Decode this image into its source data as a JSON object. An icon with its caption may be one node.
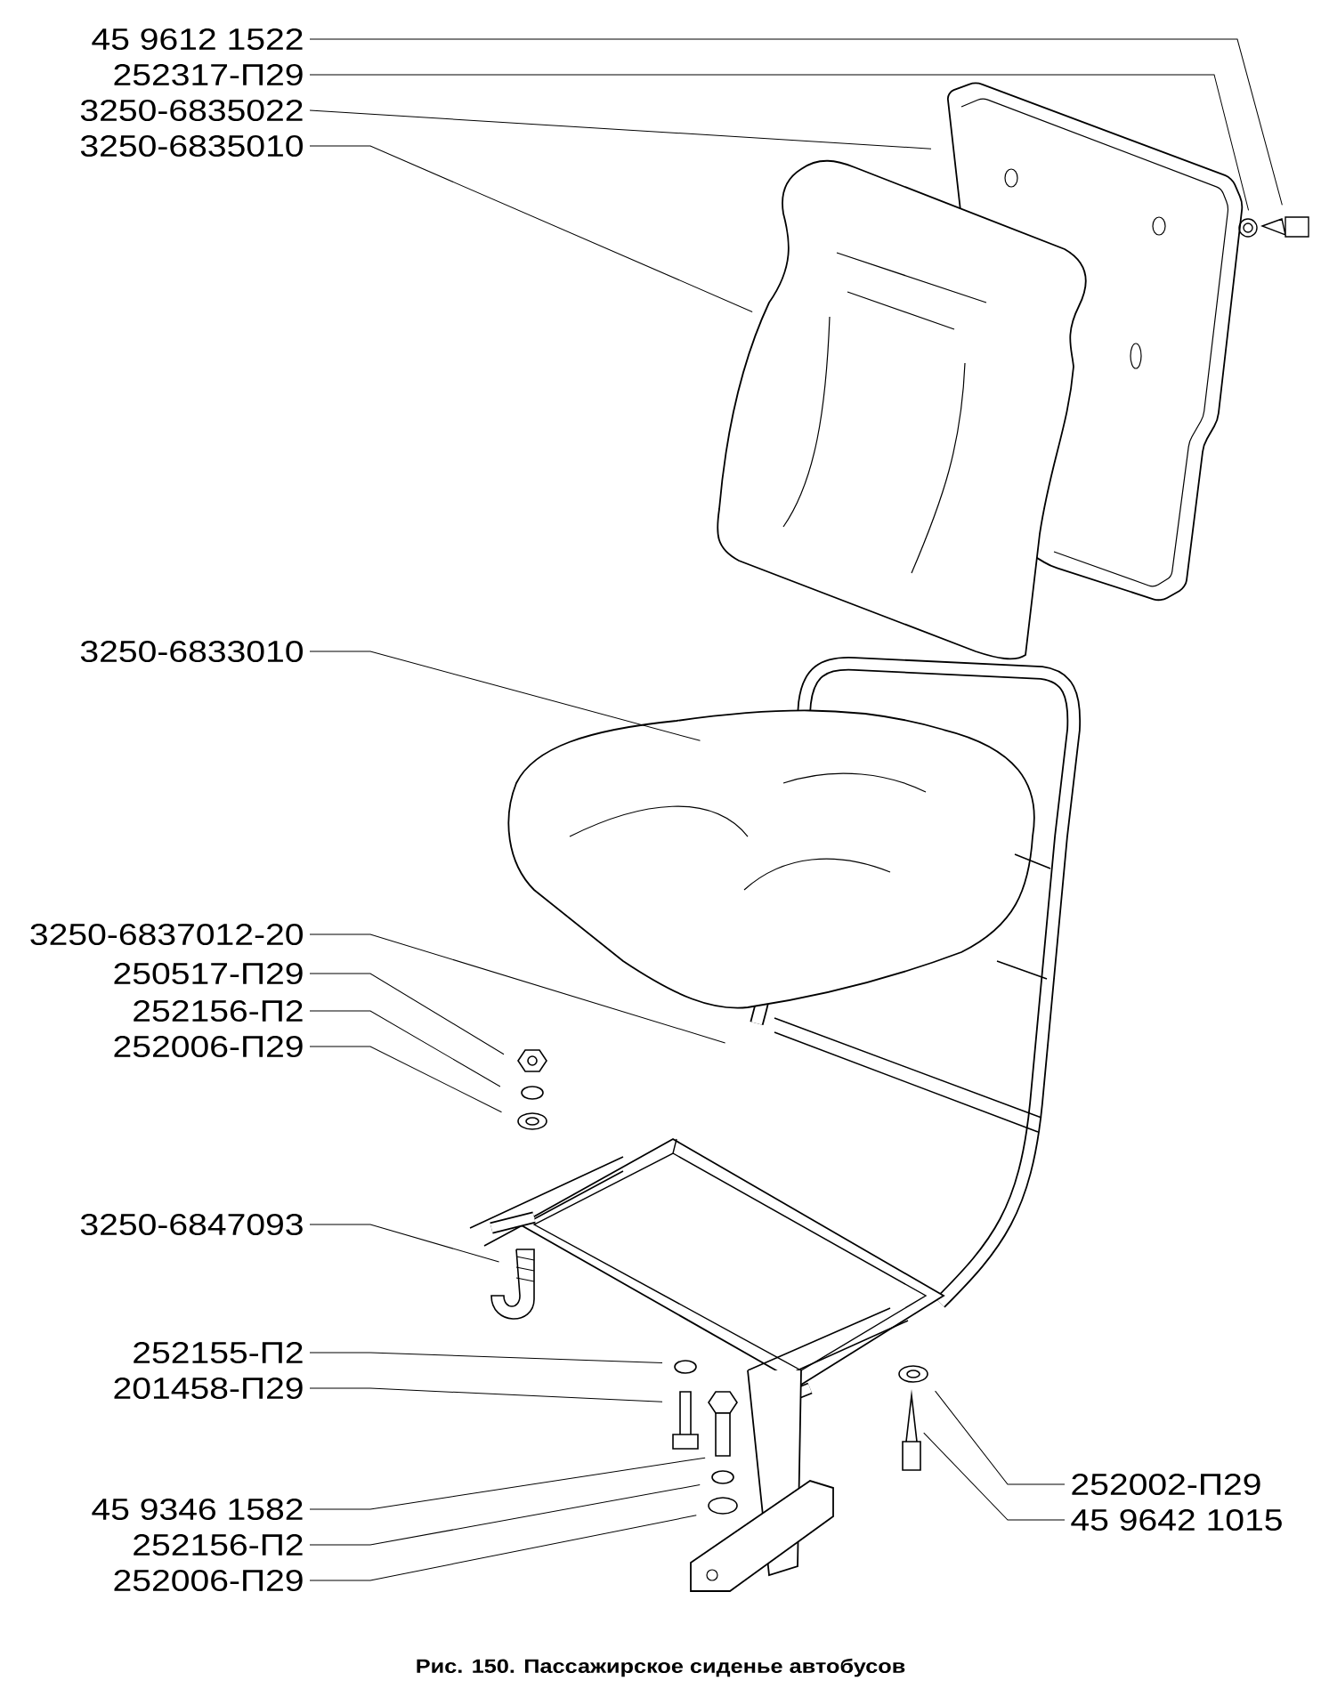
{
  "diagram": {
    "caption": "Рис. 150. Пассажирское сиденье автобусов",
    "nodes": [
      {
        "text": [
          "45 9612 1522"
        ]
      },
      {
        "text": [
          "252317-П29"
        ]
      },
      {
        "text": [
          "3250-6835022"
        ]
      },
      {
        "text": [
          "3250-6835010"
        ]
      },
      {
        "text": [
          "3250-6833010"
        ]
      },
      {
        "text": [
          "3250-6837012-20"
        ]
      },
      {
        "text": [
          "250517-П29"
        ]
      },
      {
        "text": [
          "252156-П2"
        ]
      },
      {
        "text": [
          "252006-П29"
        ]
      },
      {
        "text": [
          "3250-6847093"
        ]
      },
      {
        "text": [
          "252155-П2"
        ]
      },
      {
        "text": [
          "201458-П29"
        ]
      },
      {
        "text": [
          "45 9346 1582"
        ]
      },
      {
        "text": [
          "252156-П2"
        ]
      },
      {
        "text": [
          "252006-П29"
        ]
      },
      {
        "text": [
          "252002-П29"
        ]
      },
      {
        "text": [
          "45 9642 1015"
        ]
      }
    ],
    "edges": [
      {
        "from": 0,
        "to": null,
        "arrow": "none"
      },
      {
        "from": 1,
        "to": null,
        "arrow": "none"
      },
      {
        "from": 2,
        "to": null,
        "arrow": "none"
      },
      {
        "from": 3,
        "to": null,
        "arrow": "none"
      },
      {
        "from": 4,
        "to": null,
        "arrow": "none"
      },
      {
        "from": 5,
        "to": null,
        "arrow": "none"
      },
      {
        "from": 6,
        "to": null,
        "arrow": "none"
      },
      {
        "from": 7,
        "to": null,
        "arrow": "none"
      },
      {
        "from": 8,
        "to": null,
        "arrow": "none"
      },
      {
        "from": 9,
        "to": null,
        "arrow": "none"
      },
      {
        "from": 10,
        "to": null,
        "arrow": "none"
      },
      {
        "from": 11,
        "to": null,
        "arrow": "none"
      },
      {
        "from": 12,
        "to": null,
        "arrow": "none"
      },
      {
        "from": 13,
        "to": null,
        "arrow": "none"
      },
      {
        "from": 14,
        "to": null,
        "arrow": "none"
      },
      {
        "from": 15,
        "to": null,
        "arrow": "none"
      },
      {
        "from": 16,
        "to": null,
        "arrow": "none"
      }
    ]
  }
}
